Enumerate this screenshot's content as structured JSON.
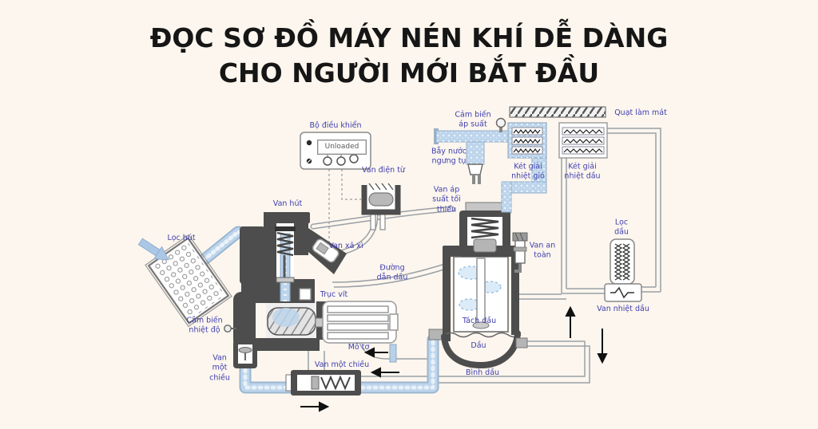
{
  "title": {
    "line1": "ĐỌC SƠ ĐỒ MÁY NÉN KHÍ DỄ DÀNG",
    "line2": "CHO NGƯỜI MỚI BẮT ĐẦU"
  },
  "controller": {
    "display_text": "Unloaded"
  },
  "colors": {
    "background": "#fcf6ee",
    "label_blue": "#3f3fae",
    "title_text": "#161616",
    "air_pipe_blue": "#bdd5ec",
    "housing_dark": "#4d4d4d",
    "pipe_gray": "#9aa0a6"
  },
  "labels": [
    {
      "id": "bo-dieu-khien",
      "text": "Bộ điều khiển"
    },
    {
      "id": "van-dien-tu",
      "text": "Van điện từ"
    },
    {
      "id": "loc-hut",
      "text": "Lọc hút"
    },
    {
      "id": "van-hut",
      "text": "Van hút"
    },
    {
      "id": "van-xa-xi",
      "text": "Van xả xì"
    },
    {
      "id": "truc-vit",
      "text": "Trục vít"
    },
    {
      "id": "duong-dan-dau",
      "text": "Đường\ndẫn dầu"
    },
    {
      "id": "cam-bien-nhiet-do",
      "text": "Cảm biến\nnhiệt độ"
    },
    {
      "id": "van-mot-chieu-trai",
      "text": "Van\nmột\nchiều"
    },
    {
      "id": "mo-to",
      "text": "Mô tơ"
    },
    {
      "id": "van-mot-chieu-duoi",
      "text": "Van một chiều"
    },
    {
      "id": "van-ap-suat-toi-thieu",
      "text": "Van áp\nsuất tối\nthiểu"
    },
    {
      "id": "van-an-toan",
      "text": "Van an\ntoàn"
    },
    {
      "id": "tach-dau",
      "text": "Tách dầu"
    },
    {
      "id": "dau",
      "text": "Dầu"
    },
    {
      "id": "binh-dau",
      "text": "Bình dầu"
    },
    {
      "id": "cam-bien-ap-suat",
      "text": "Cảm biến\náp suất"
    },
    {
      "id": "bay-nuoc-ngung-tu",
      "text": "Bẫy nước\nngưng tụ"
    },
    {
      "id": "ket-giai-nhiet-gio",
      "text": "Két giải\nnhiệt gió"
    },
    {
      "id": "ket-giai-nhiet-dau",
      "text": "Két giải\nnhiệt dầu"
    },
    {
      "id": "quat-lam-mat",
      "text": "Quạt làm mát"
    },
    {
      "id": "loc-dau",
      "text": "Lọc\ndầu"
    },
    {
      "id": "van-nhiet-dau",
      "text": "Van nhiệt dầu"
    }
  ]
}
